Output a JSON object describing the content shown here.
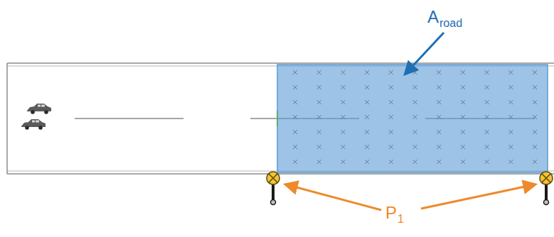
{
  "diagram": {
    "labels": [
      "A",
      "road",
      "P",
      "1"
    ]
  }
}
